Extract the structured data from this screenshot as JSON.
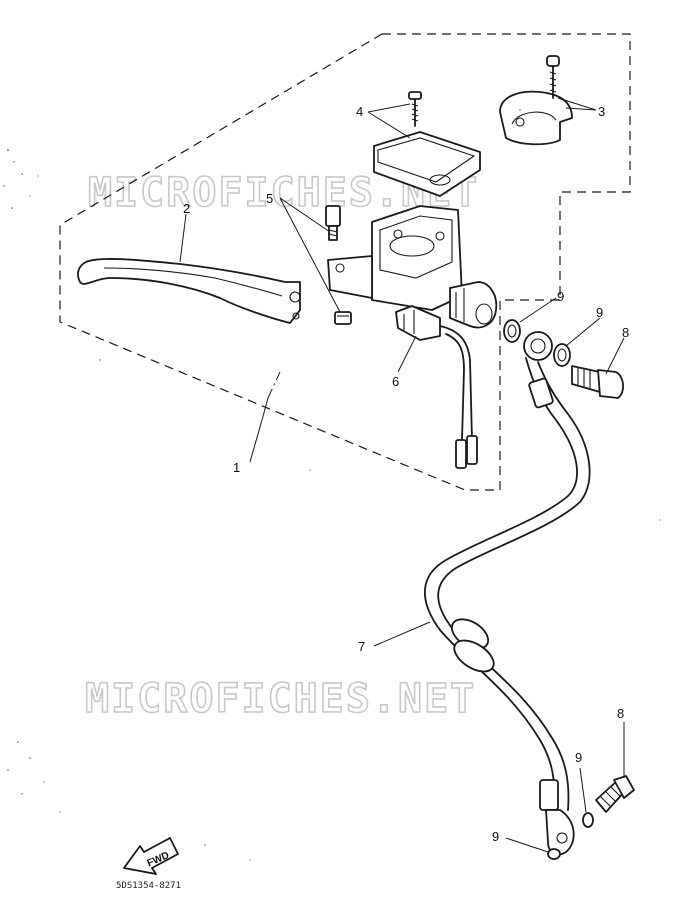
{
  "callouts": {
    "n1": "1",
    "n2": "2",
    "n3": "3",
    "n4": "4",
    "n5": "5",
    "n6": "6",
    "n7": "7",
    "n8a": "8",
    "n8b": "8",
    "n9a": "9",
    "n9b": "9",
    "n9c": "9",
    "n9d": "9"
  },
  "watermark": {
    "top": "MICROFICHES.NET",
    "bottom": "MICROFICHES.NET"
  },
  "fwd_label": "FWD",
  "diagram_code": "5DS1354-8271"
}
